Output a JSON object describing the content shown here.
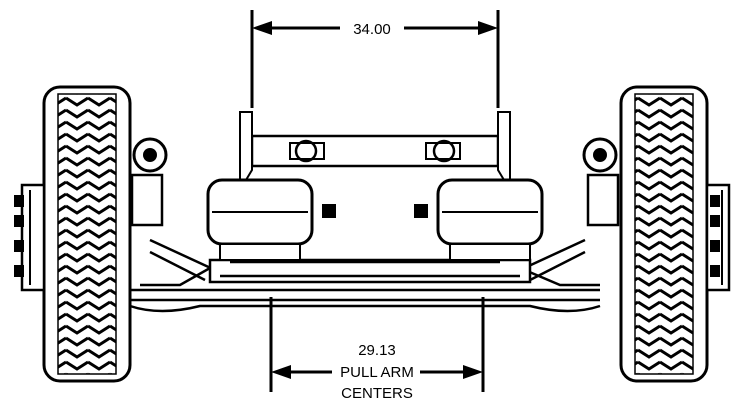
{
  "dimensions": {
    "top": {
      "value": "34.00"
    },
    "bottom": {
      "value": "29.13",
      "label_line1": "PULL ARM",
      "label_line2": "CENTERS"
    }
  },
  "colors": {
    "line": "#000000",
    "background": "#ffffff"
  },
  "icons": {
    "tire": "tire-tread-icon",
    "air_bag": "air-spring-icon",
    "hub": "wheel-hub-icon"
  }
}
